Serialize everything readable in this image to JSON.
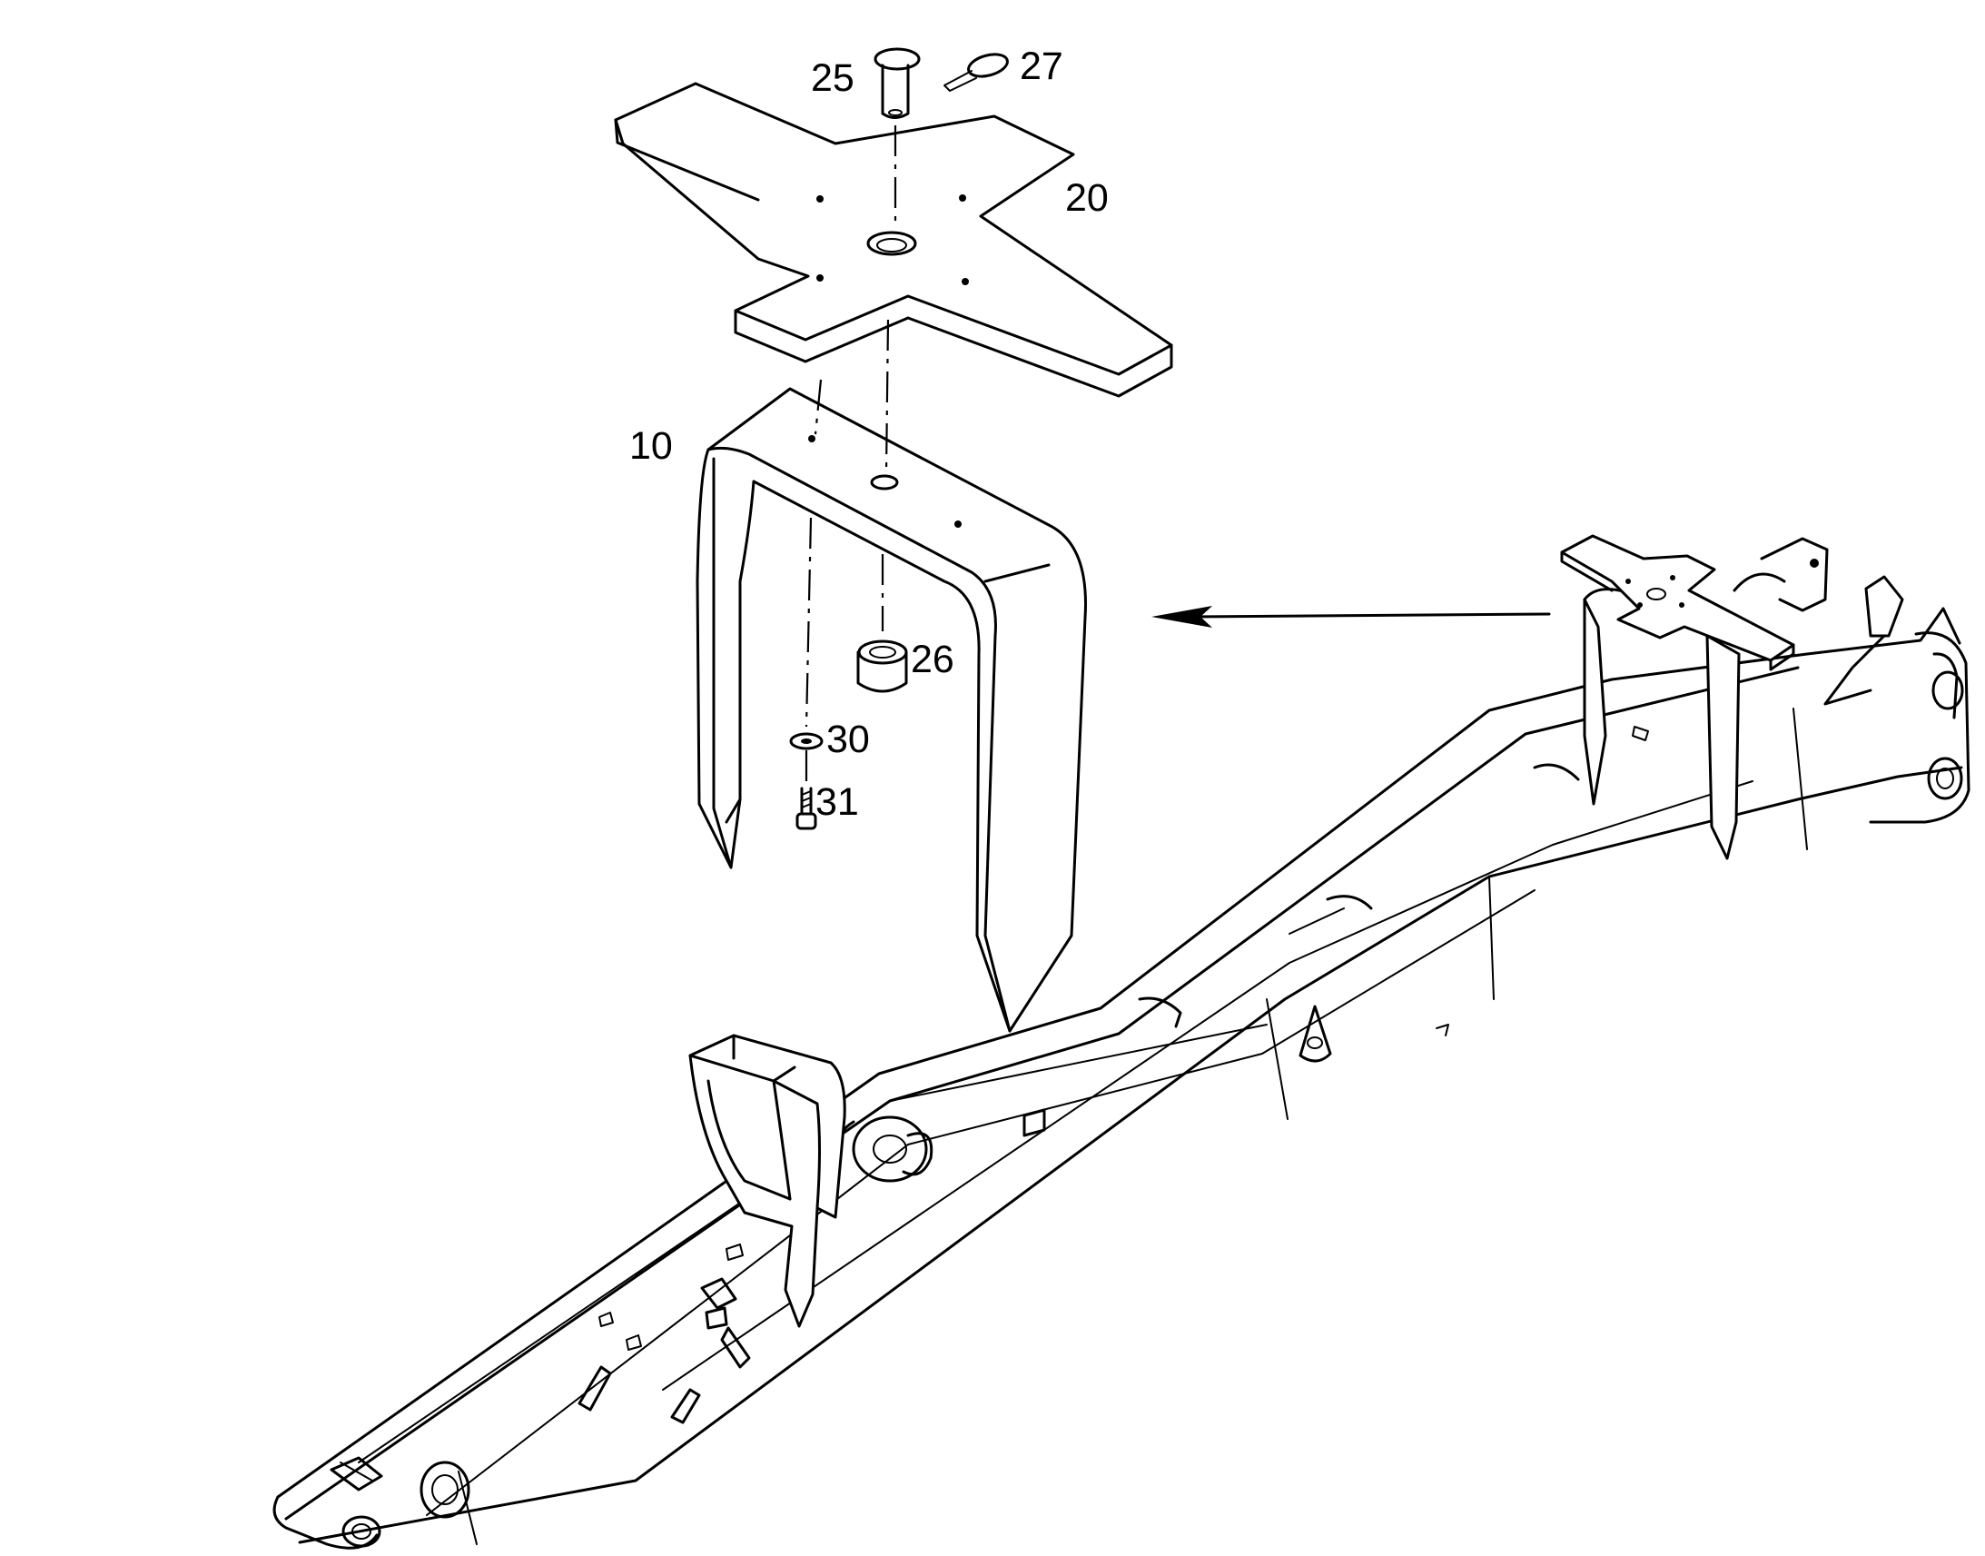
{
  "callouts": {
    "c25": "25",
    "c27": "27",
    "c20": "20",
    "c10": "10",
    "c26": "26",
    "c30": "30",
    "c31": "31"
  },
  "icons": {
    "arrow": "arrow-left-icon"
  },
  "colors": {
    "line": "#000000",
    "background": "#ffffff"
  }
}
